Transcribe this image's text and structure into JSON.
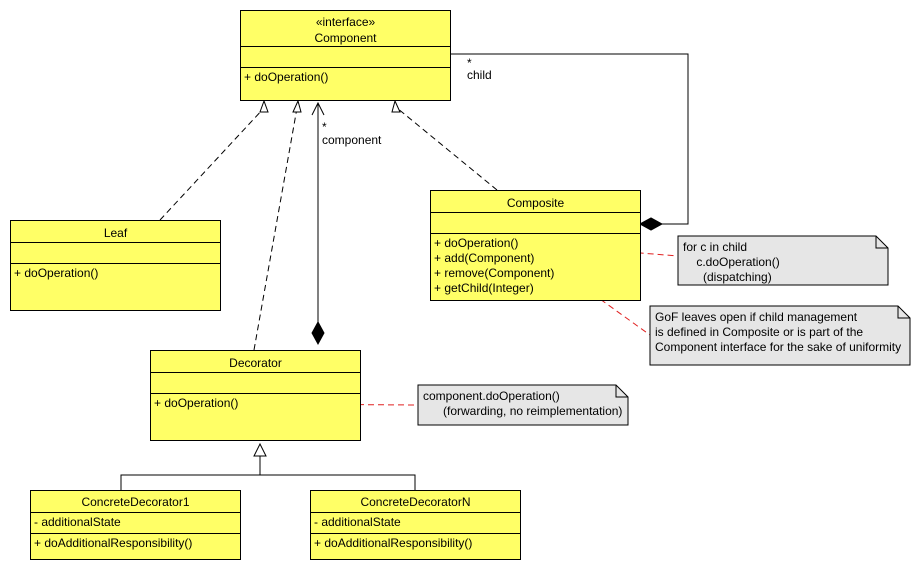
{
  "component": {
    "stereotype": "«interface»",
    "name": "Component",
    "operations": [
      "+ doOperation()"
    ]
  },
  "leaf": {
    "name": "Leaf",
    "operations": [
      "+ doOperation()"
    ]
  },
  "composite": {
    "name": "Composite",
    "operations": [
      "+ doOperation()",
      "+ add(Component)",
      "+ remove(Component)",
      "+ getChild(Integer)"
    ]
  },
  "decorator": {
    "name": "Decorator",
    "operations": [
      "+ doOperation()"
    ]
  },
  "concrete_decorator_1": {
    "name": "ConcreteDecorator1",
    "attributes": [
      "- additionalState"
    ],
    "operations": [
      "+ doAdditionalResponsibility()"
    ]
  },
  "concrete_decorator_n": {
    "name": "ConcreteDecoratorN",
    "attributes": [
      "- additionalState"
    ],
    "operations": [
      "+ doAdditionalResponsibility()"
    ]
  },
  "associations": {
    "child": {
      "multiplicity": "*",
      "role": "child"
    },
    "component": {
      "multiplicity": "*",
      "role": "component"
    }
  },
  "notes": {
    "composite_dispatch": [
      "for c in child",
      "    c.doOperation()",
      "      (dispatching)"
    ],
    "child_management": [
      "GoF leaves open if child management",
      "is defined in Composite or is part of the",
      "Component interface for the sake of uniformity"
    ],
    "decorator_forwarding": [
      "component.doOperation()",
      "      (forwarding, no reimplementation)"
    ]
  },
  "colors": {
    "class_fill": "#ffff66",
    "note_fill": "#e6e6e6",
    "note_link": "#e02020",
    "line": "#000000"
  }
}
